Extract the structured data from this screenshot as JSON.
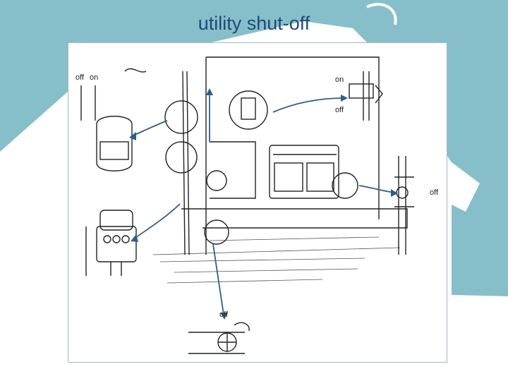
{
  "slide": {
    "title": "utility shut-off"
  },
  "colors": {
    "background_teal": "#86bfc9",
    "title_text": "#1f4a78",
    "arrow_blue": "#2e5f86",
    "ink": "#222222"
  },
  "labels": {
    "electric_off": "off",
    "electric_on": "on",
    "gas_on": "on",
    "gas_off": "off",
    "water_heater_valve_off": "off",
    "main_water_off": "off"
  }
}
